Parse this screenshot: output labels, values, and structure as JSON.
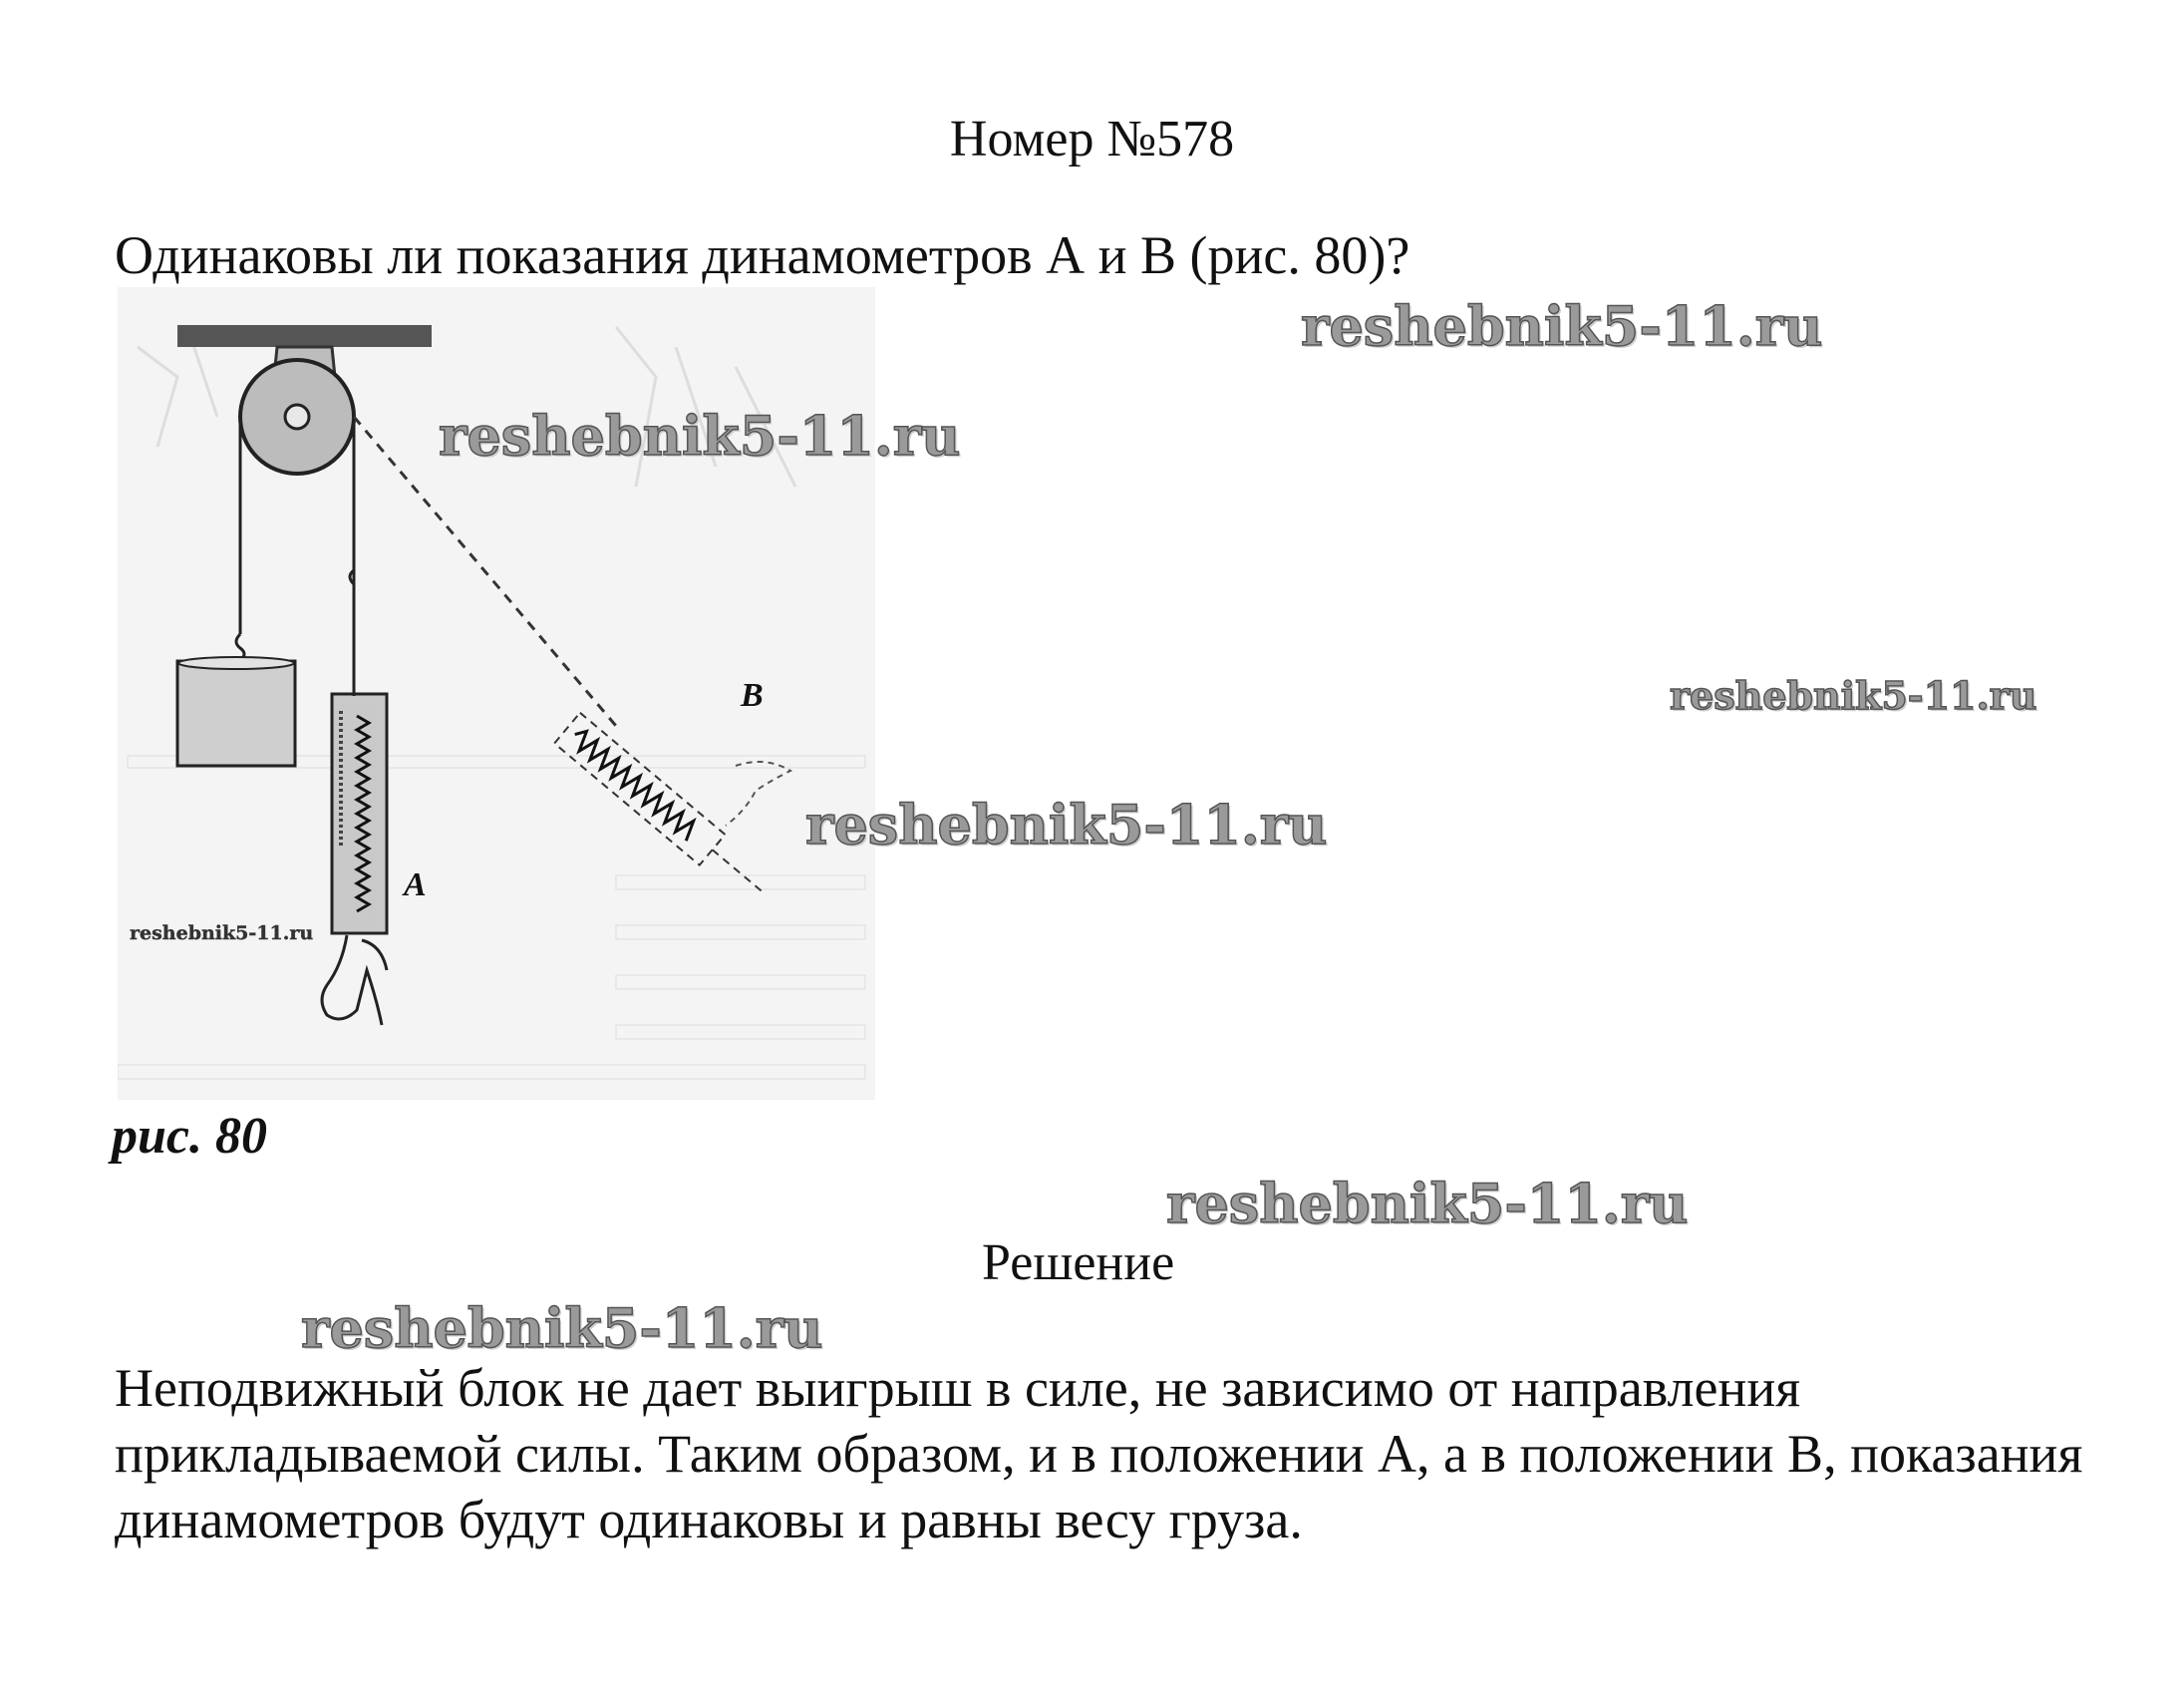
{
  "header": {
    "title": "Номер №578"
  },
  "question": "Одинаковы ли показания динамометров А и В (рис. 80)?",
  "figure": {
    "caption": "рис. 80",
    "label_a": "A",
    "label_b": "B"
  },
  "solution": {
    "heading": "Решение",
    "text": "Неподвижный блок не дает выигрыш в силе, не зависимо от направления прикладываемой силы. Таким образом, и в положении А, а в положении В, показания динамометров будут одинаковы и равны весу груза."
  },
  "watermarks": {
    "w1": "reshebnik5-11.ru",
    "w2": "reshebnik5-11.ru",
    "w3": "reshebnik5-11.ru",
    "w4": "reshebnik5-11.ru",
    "w5": "reshebnik5-11.ru",
    "w6": "reshebnik5-11.ru",
    "w7": "reshebnik5-11.ru"
  }
}
